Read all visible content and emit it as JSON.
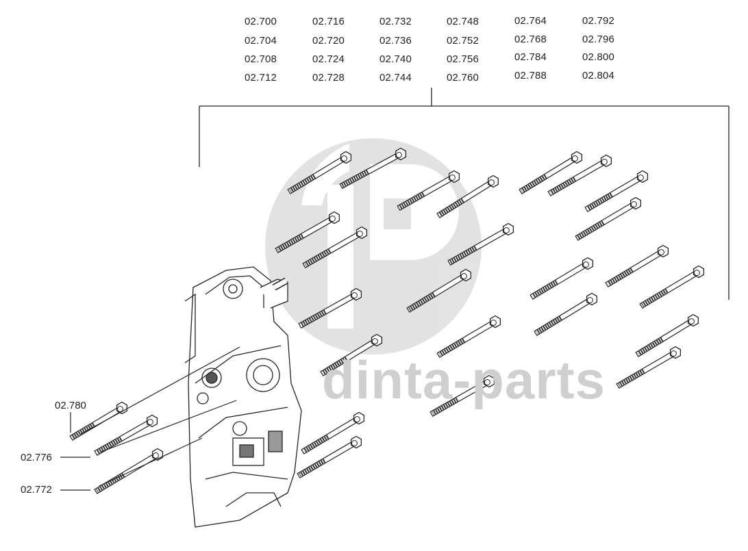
{
  "watermark": {
    "text": "dinta-parts",
    "color": "#c8c8c8"
  },
  "part_numbers": {
    "columns": [
      [
        "02.700",
        "02.704",
        "02.708",
        "02.712"
      ],
      [
        "02.716",
        "02.720",
        "02.724",
        "02.728"
      ],
      [
        "02.732",
        "02.736",
        "02.740",
        "02.744"
      ],
      [
        "02.748",
        "02.752",
        "02.756",
        "02.760"
      ],
      [
        "02.764",
        "02.768",
        "02.784",
        "02.788"
      ],
      [
        "02.792",
        "02.796",
        "02.800",
        "02.804"
      ]
    ]
  },
  "callouts": [
    {
      "label": "02.780"
    },
    {
      "label": "02.776"
    },
    {
      "label": "02.772"
    }
  ],
  "colors": {
    "line": "#222222",
    "bolt_thread": "#333333"
  },
  "icons": {
    "bolt": "hex-head-bolt-icon",
    "housing": "gearbox-housing-icon"
  }
}
